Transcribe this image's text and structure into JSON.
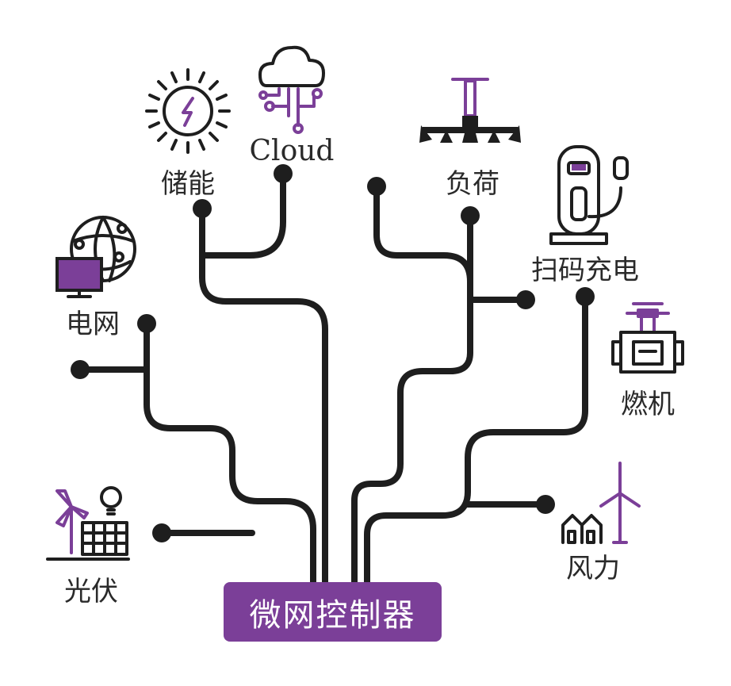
{
  "colors": {
    "accent": "#7b3f98",
    "ink": "#1e1e1e",
    "label": "#2a2a2a",
    "background": "#ffffff"
  },
  "controller": {
    "label": "微网控制器"
  },
  "nodes": {
    "storage": {
      "label": "储能",
      "icon": "sun-bolt-icon"
    },
    "cloud": {
      "label": "Cloud",
      "icon": "cloud-network-icon"
    },
    "grid": {
      "label": "电网",
      "icon": "globe-monitor-icon"
    },
    "solar": {
      "label": "光伏",
      "icon": "solar-panel-icon"
    },
    "load": {
      "label": "负荷",
      "icon": "chandelier-icon"
    },
    "charging": {
      "label": "扫码充电",
      "icon": "ev-charger-icon"
    },
    "engine": {
      "label": "燃机",
      "icon": "engine-icon"
    },
    "wind": {
      "label": "风力",
      "icon": "wind-turbine-icon"
    }
  }
}
